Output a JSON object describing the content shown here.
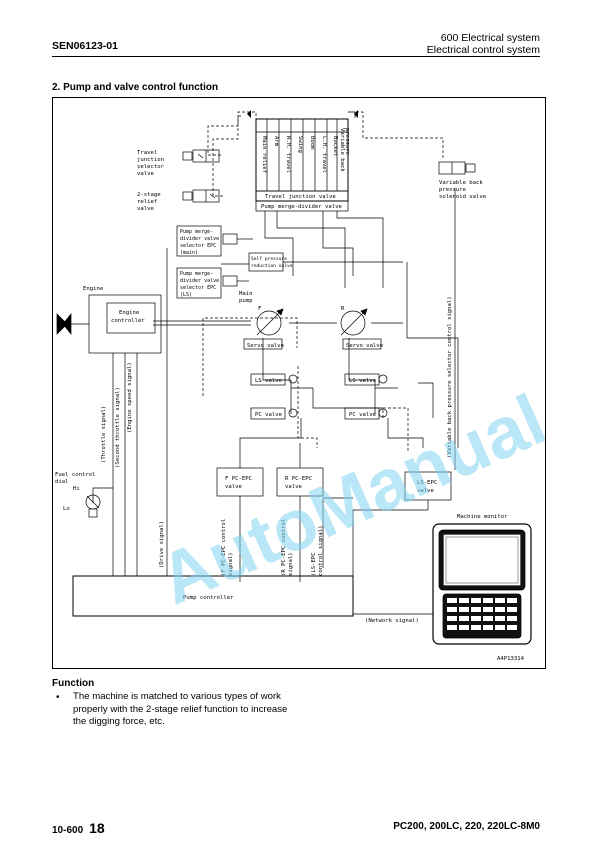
{
  "header": {
    "doc_code": "SEN06123-01",
    "section": "600 Electrical system",
    "subsection": "Electrical control system"
  },
  "section_title": "2. Pump and valve control function",
  "diagram": {
    "labels": {
      "travel_junction_selector": [
        "Travel",
        "junction",
        "selector",
        "valve"
      ],
      "two_stage_relief": [
        "2-stage",
        "relief",
        "valve"
      ],
      "main_relief": "Main relief",
      "arm": "Arm",
      "rh_travel": "R.H. travel",
      "swing": "Swing",
      "boom": "Boom",
      "lh_travel": "L.H. travel",
      "bucket": "Bucket",
      "variable_back_pressure": [
        "Variable back",
        "pressure"
      ],
      "travel_junction_valve": "Travel junction valve",
      "pump_merge_divider_valve": "Pump merge-divider valve",
      "vbp_solenoid": [
        "Variable back",
        "pressure",
        "solenoid valve"
      ],
      "pmd_epc_main": [
        "Pump merge-",
        "divider valve",
        "selector EPC",
        "(main)"
      ],
      "pmd_epc_ls": [
        "Pump merge-",
        "divider valve",
        "selector EPC",
        "(LS)"
      ],
      "self_pressure": [
        "Self pressure",
        "reduction valve"
      ],
      "engine": "Engine",
      "engine_controller": [
        "Engine",
        "controller"
      ],
      "main_pump": [
        "Main",
        "pump"
      ],
      "f_mark": "F",
      "r_mark": "R",
      "servo_valve": "Servo valve",
      "ls_valve": "LS valve",
      "pc_valve": "PC valve",
      "f_pc_epc": [
        "F PC-EPC",
        "valve"
      ],
      "r_pc_epc": [
        "R PC-EPC",
        "valve"
      ],
      "ls_epc": [
        "LS-EPC",
        "valve"
      ],
      "machine_monitor": "Machine monitor",
      "pump_controller": "Pump controller",
      "network_signal": "(Network signal)",
      "throttle_signal": "(Throttle signal)",
      "second_throttle_signal": "(Second throttle signal)",
      "engine_speed_signal": "(Engine speed signal)",
      "drive_signal": "(Drive signal)",
      "f_pc_epc_signal": [
        "(F PC-EPC control",
        "signal)"
      ],
      "r_pc_epc_signal": [
        "(R PC-EPC control",
        "signal)"
      ],
      "ls_epc_signal": [
        "(LS-EPC",
        "control signal)"
      ],
      "vbp_signal": "(Variable back pressure selector control signal)",
      "fuel_control_dial": [
        "Fuel control",
        "dial"
      ],
      "hi": "Hi",
      "lo": "Lo",
      "figure_code": "A4P13314"
    },
    "watermark": "AutoManual"
  },
  "function": {
    "title": "Function",
    "bullet": "•",
    "text": "The machine is matched to various types of work properly with the 2-stage relief function to increase the digging force, etc."
  },
  "footer": {
    "doc_page": "10-600",
    "page_number": "18",
    "models": "PC200, 200LC, 220, 220LC-8M0"
  }
}
